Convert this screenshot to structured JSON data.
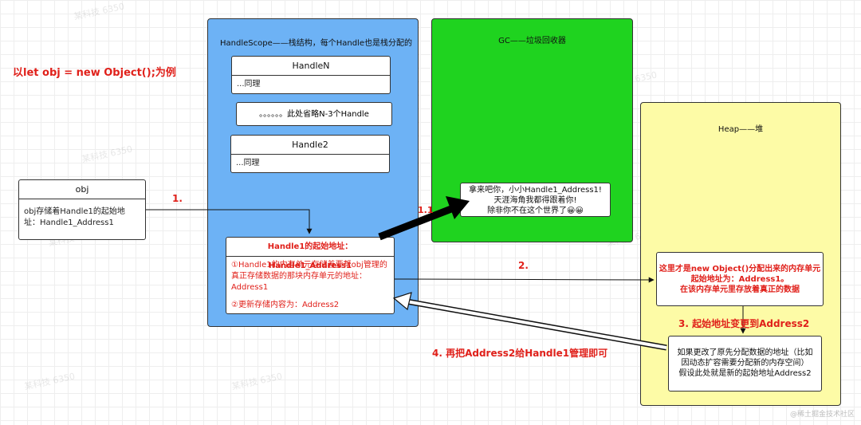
{
  "example_title": "以let obj = new Object();为例",
  "obj_box": {
    "title": "obj",
    "body": "obj存储着Handle1的起始地址：Handle1_Address1"
  },
  "handle_scope": {
    "title": "HandleScope——栈结构，每个Handle也是栈分配的",
    "handle_n": {
      "title": "HandleN",
      "body": "...同理"
    },
    "ellipsis_note": "。。。。。。此处省略N-3个Handle",
    "handle2": {
      "title": "Handle2",
      "body": "...同理"
    },
    "handle1": {
      "title": "Handle1的起始地址：Handle1_Address1",
      "line1": "①Handle1的内存单元存储着要帮obj管理的真正存储数据的那块内存单元的地址：Address1",
      "line2": "②更新存储内容为：Address2"
    }
  },
  "gc": {
    "title": "GC——垃圾回收器",
    "speech": [
      "拿来吧你，小小Handle1_Address1!",
      "天涯海角我都得跟着你!",
      "除非你不在这个世界了😀😀"
    ]
  },
  "heap": {
    "title": "Heap——堆",
    "new_object_box": [
      "这里才是new Object()分配出来的内存单元",
      "起始地址为：Address1。",
      "在该内存单元里存放着真正的数据"
    ],
    "relocate_box": [
      "如果更改了原先分配数据的地址（比如",
      "因动态扩容需要分配新的内存空间）",
      "假设此处就是新的起始地址Address2"
    ]
  },
  "labels": {
    "step1": "1.",
    "step1_1": "1.1",
    "step2": "2.",
    "step3": "3. 起始地址变更到Address2",
    "step4": "4. 再把Address2给Handle1管理即可"
  },
  "watermark": "@稀土掘金技术社区",
  "colors": {
    "handle_scope_bg": "#6db2f5",
    "gc_bg": "#1fd31f",
    "heap_bg": "#fdfba6",
    "accent_red": "#e0201a"
  }
}
